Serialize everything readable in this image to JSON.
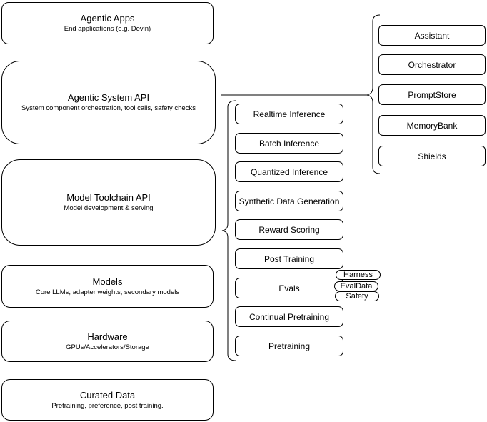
{
  "diagram": {
    "stack": [
      {
        "title": "Agentic Apps",
        "subtitle": "End applications (e.g. Devin)"
      },
      {
        "title": "Agentic System API",
        "subtitle": "System component orchestration, tool calls, safety checks"
      },
      {
        "title": "Model Toolchain API",
        "subtitle": "Model development & serving"
      },
      {
        "title": "Models",
        "subtitle": "Core LLMs, adapter weights, secondary models"
      },
      {
        "title": "Hardware",
        "subtitle": "GPUs/Accelerators/Storage"
      },
      {
        "title": "Curated Data",
        "subtitle": "Pretraining, preference, post training."
      }
    ],
    "toolchain": {
      "items": [
        "Realtime Inference",
        "Batch Inference",
        "Quantized Inference",
        "Synthetic Data Generation",
        "Reward Scoring",
        "Post Training",
        "Evals",
        "Continual Pretraining",
        "Pretraining"
      ],
      "evals_tags": [
        "Harness",
        "EvalData",
        "Safety"
      ]
    },
    "system": {
      "items": [
        "Assistant",
        "Orchestrator",
        "PromptStore",
        "MemoryBank",
        "Shields"
      ]
    },
    "colors": {
      "stroke": "#000000",
      "fill": "#ffffff",
      "text": "#000000"
    }
  }
}
